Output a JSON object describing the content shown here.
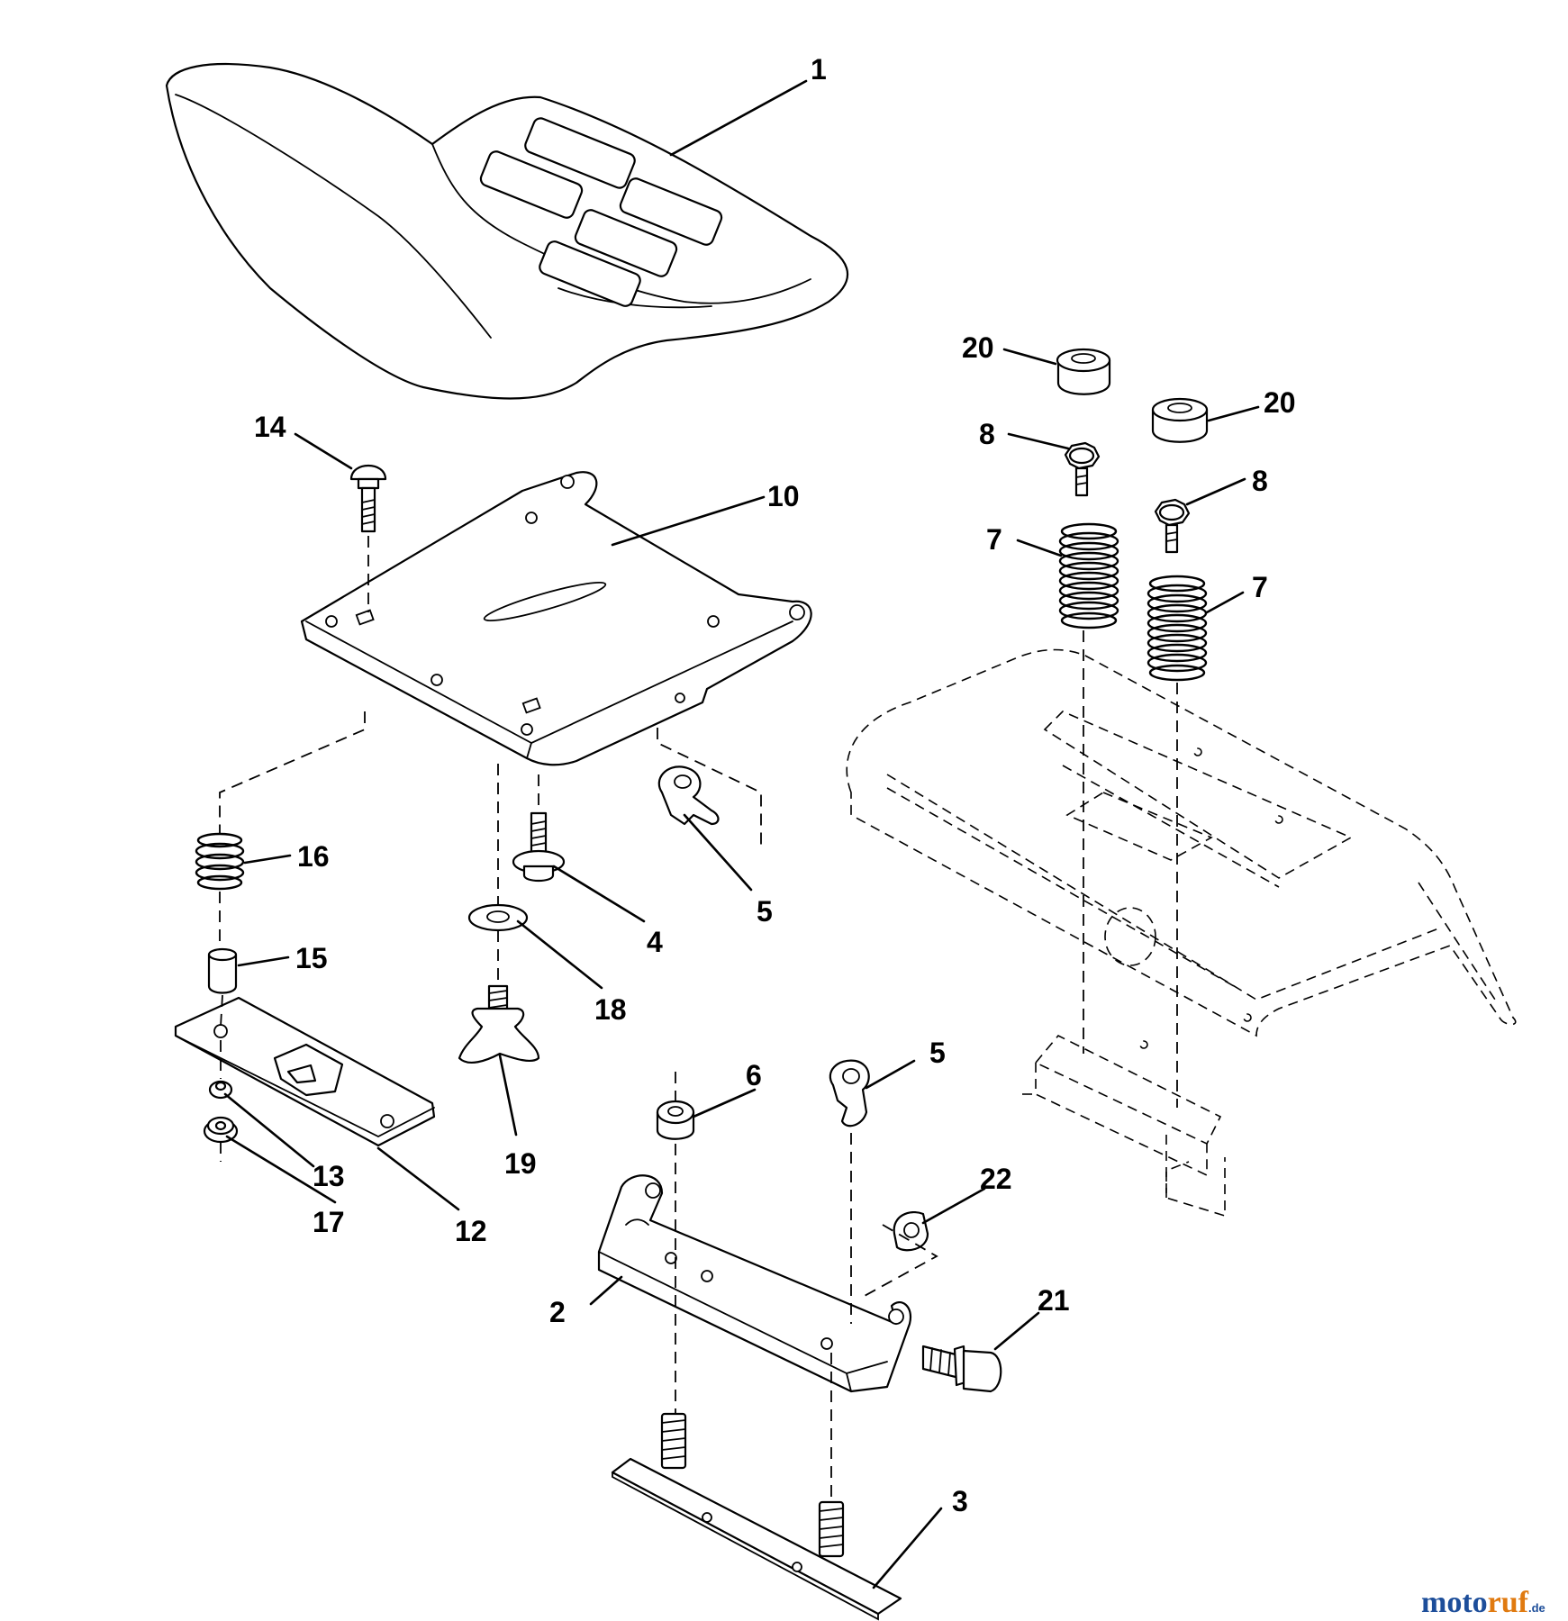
{
  "callouts": {
    "c1": "1",
    "c2": "2",
    "c3": "3",
    "c4": "4",
    "c5a": "5",
    "c5b": "5",
    "c6": "6",
    "c7a": "7",
    "c7b": "7",
    "c8a": "8",
    "c8b": "8",
    "c10": "10",
    "c12": "12",
    "c13": "13",
    "c14": "14",
    "c15": "15",
    "c16": "16",
    "c17": "17",
    "c18": "18",
    "c19": "19",
    "c20a": "20",
    "c20b": "20",
    "c21": "21",
    "c22": "22"
  },
  "watermark": {
    "brand_blue": "moto",
    "brand_orange": "ruf",
    "suffix": ".de",
    "color_blue": "#1d4e9a",
    "color_orange": "#e07a10"
  }
}
